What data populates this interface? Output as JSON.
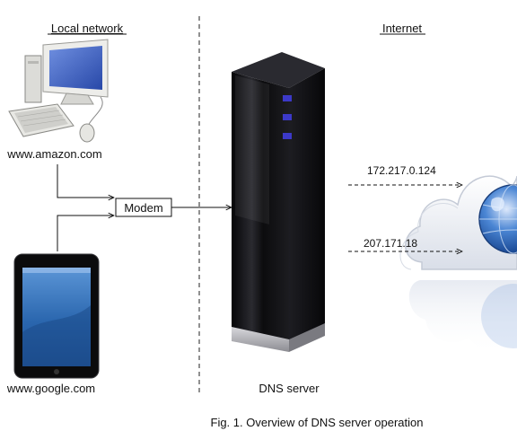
{
  "labels": {
    "local_network": "Local network",
    "internet": "Internet",
    "amazon": "www.amazon.com",
    "google": "www.google.com",
    "modem": "Modem",
    "ip_1": "172.217.0.124",
    "ip_2": "207.171.18",
    "dns_server": "DNS server",
    "caption": "Fig. 1. Overview of DNS server operation"
  },
  "colors": {
    "server_body": "#0e0e10",
    "server_led": "#3c39c8",
    "monitor_screen": "#3f66c8",
    "tablet_screen": "#2f69b3",
    "cloud": "#eef1f6",
    "globe": "#3c74c6"
  },
  "icons": [
    "desktop-computer-icon",
    "tablet-icon",
    "server-tower-icon",
    "cloud-globe-icon"
  ]
}
